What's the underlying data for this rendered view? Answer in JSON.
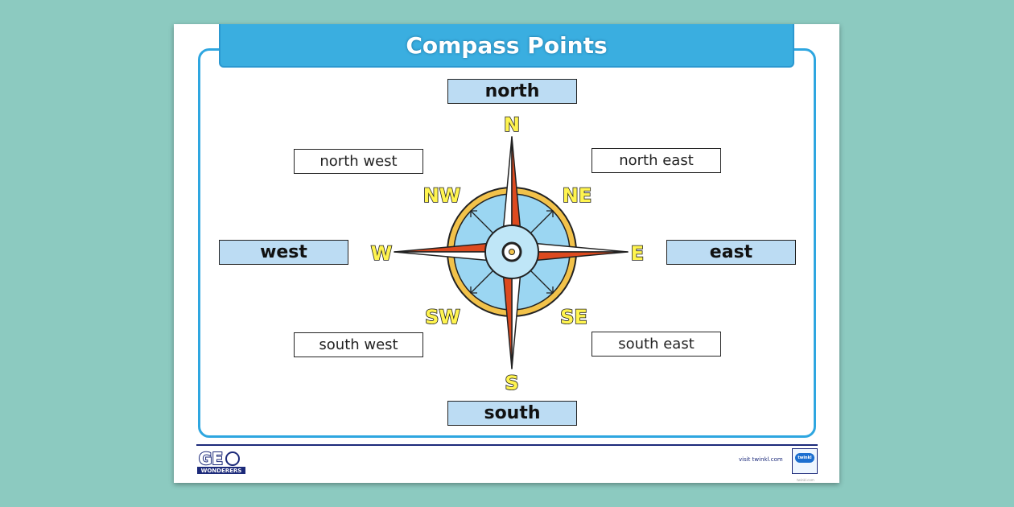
{
  "title": "Compass Points",
  "cardinal": {
    "north": "north",
    "east": "east",
    "south": "south",
    "west": "west"
  },
  "intercardinal": {
    "north_west": "north west",
    "north_east": "north east",
    "south_west": "south west",
    "south_east": "south east"
  },
  "compass_letters": {
    "N": "N",
    "NE": "NE",
    "E": "E",
    "SE": "SE",
    "S": "S",
    "SW": "SW",
    "W": "W",
    "NW": "NW"
  },
  "footer": {
    "logo": "GEO WONDERERS",
    "visit": "visit twinkl.com",
    "badge": "twinkl",
    "small": "twinkl.com"
  },
  "colors": {
    "background": "#8ccac0",
    "accent": "#3aaee0",
    "label_fill": "#bcdcf3",
    "arrow_red": "#dd4a1f",
    "ring_gold": "#f2c24a",
    "dial_blue": "#9bd6f2",
    "letter_yellow": "#fff44f"
  }
}
